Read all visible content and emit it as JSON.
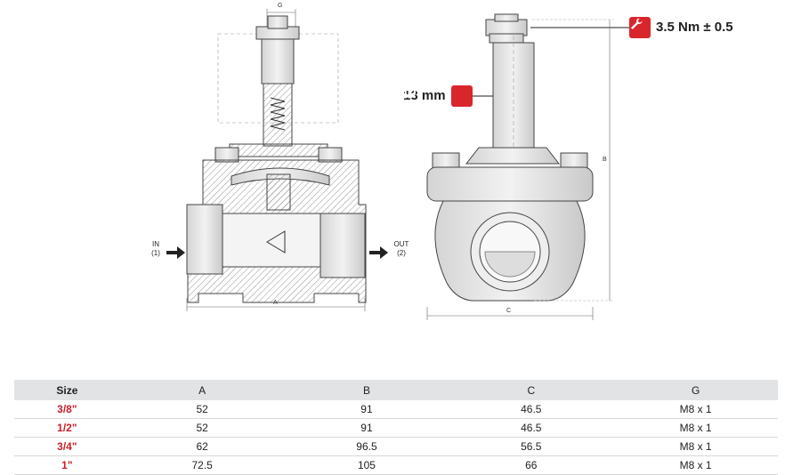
{
  "drawing": {
    "dim_g": "G",
    "dim_a": "A",
    "dim_b": "B",
    "dim_c": "C",
    "inlet_label": "IN",
    "inlet_port": "(1)",
    "outlet_label": "OUT",
    "outlet_port": "(2)",
    "torque_spec": "3.5 Nm ± 0.5",
    "nut_size": "13 mm",
    "icons": {
      "torque": "wrench-icon",
      "diameter": "diameter-icon"
    },
    "colors": {
      "accent": "#d9262c",
      "line": "#555555",
      "table_header": "#e2e3e4"
    }
  },
  "table": {
    "columns": [
      "Size",
      "A",
      "B",
      "C",
      "G"
    ],
    "rows": [
      [
        "3/8\"",
        "52",
        "91",
        "46.5",
        "M8 x 1"
      ],
      [
        "1/2\"",
        "52",
        "91",
        "46.5",
        "M8 x 1"
      ],
      [
        "3/4\"",
        "62",
        "96.5",
        "56.5",
        "M8 x 1"
      ],
      [
        "1\"",
        "72.5",
        "105",
        "66",
        "M8 x 1"
      ]
    ]
  }
}
